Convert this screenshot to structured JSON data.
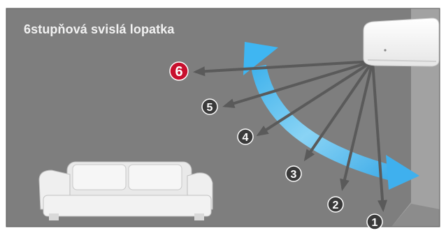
{
  "title": "6stupňová svislá lopatka",
  "steps": [
    {
      "label": "6",
      "highlight": true
    },
    {
      "label": "5",
      "highlight": false
    },
    {
      "label": "4",
      "highlight": false
    },
    {
      "label": "3",
      "highlight": false
    },
    {
      "label": "2",
      "highlight": false
    },
    {
      "label": "1",
      "highlight": false
    }
  ],
  "colors": {
    "wall": "#7b7b7b",
    "wall_right": "#9a9a9a",
    "floor": "#8a8a8a",
    "arrow_line": "#5a5a5a",
    "badge": "#3a3a3a",
    "badge_highlight": "#c8102e",
    "airflow": "#4fc3f7"
  },
  "icons": {
    "air_conditioner": "wall-mounted-ac-unit",
    "sofa": "sofa-illustration",
    "airflow": "curved-double-arrow"
  }
}
